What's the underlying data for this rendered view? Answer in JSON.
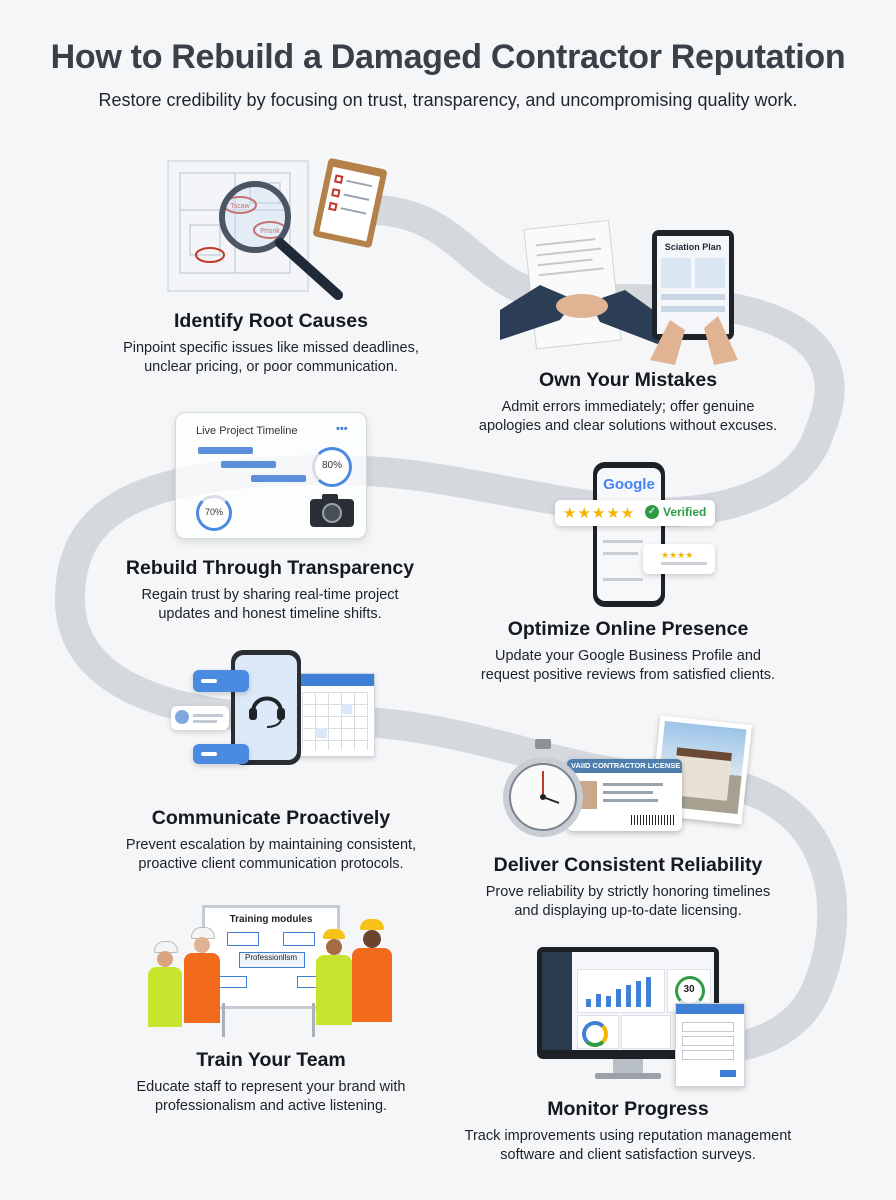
{
  "header": {
    "title": "How to Rebuild a Damaged Contractor Reputation",
    "subtitle": "Restore credibility by focusing on trust, transparency, and uncompromising quality work."
  },
  "steps": [
    {
      "title": "Identify Root Causes",
      "line1": "Pinpoint specific issues like missed deadlines,",
      "line2": "unclear pricing, or poor communication.",
      "icon": "magnifier-clipboard-icon"
    },
    {
      "title": "Own Your Mistakes",
      "line1": "Admit errors immediately; offer genuine",
      "line2": "apologies and clear solutions without excuses.",
      "icon": "handshake-tablet-icon"
    },
    {
      "title": "Rebuild Through Transparency",
      "line1": "Regain trust by sharing real-time project",
      "line2": "updates and honest timeline shifts.",
      "icon": "timeline-camera-icon"
    },
    {
      "title": "Optimize Online Presence",
      "line1": "Update your Google Business Profile and",
      "line2": "request positive reviews from satisfied clients.",
      "icon": "phone-reviews-icon"
    },
    {
      "title": "Communicate Proactively",
      "line1": "Prevent escalation by maintaining consistent,",
      "line2": "proactive client communication protocols.",
      "icon": "phone-headset-calendar-icon"
    },
    {
      "title": "Deliver Consistent Reliability",
      "line1": "Prove reliability by strictly honoring timelines",
      "line2": "and displaying up-to-date licensing.",
      "icon": "stopwatch-license-icon"
    },
    {
      "title": "Train Your Team",
      "line1": "Educate staff to represent your brand with",
      "line2": "professionalism and active listening.",
      "icon": "team-whiteboard-icon"
    },
    {
      "title": "Monitor Progress",
      "line1": "Track improvements using reputation management",
      "line2": "software and client satisfaction surveys.",
      "icon": "monitor-dashboard-icon"
    }
  ],
  "illustrations": {
    "stamp_a": "Tscaw",
    "stamp_b": "Prisnk",
    "plan_title": "Sciation Plan",
    "timeline_title": "Live Project Timeline",
    "timeline_dots": "•••",
    "pct_a": "80%",
    "pct_b": "70%",
    "google": "Google",
    "verified": "Verified",
    "license_title": "VAIID CONTRACTOR LICENSE",
    "training_title": "Training modules",
    "training_center": "Professionllsm",
    "dash_score": "30"
  },
  "colors": {
    "road": "#d5d9de",
    "accent_blue": "#3f7fd6",
    "star": "#f4b400",
    "verified": "#2e9b45"
  }
}
